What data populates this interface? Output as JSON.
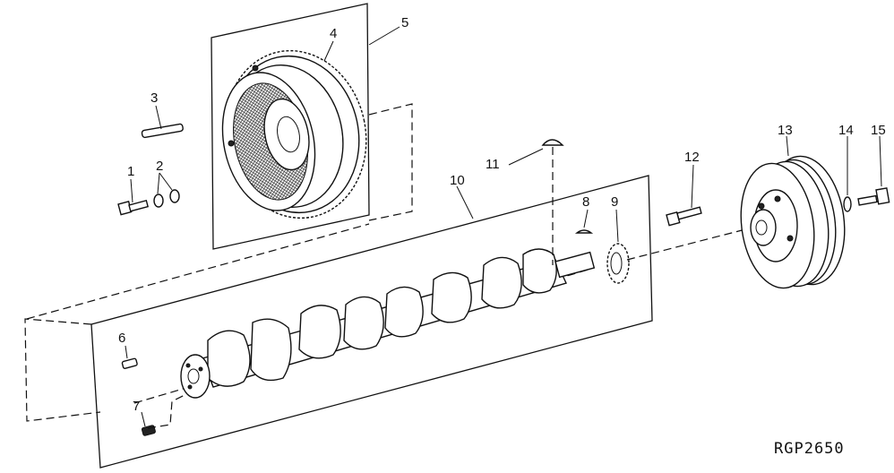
{
  "diagram": {
    "reference_code": "RGP2650",
    "callouts": [
      {
        "id": "1",
        "label": "1"
      },
      {
        "id": "2",
        "label": "2"
      },
      {
        "id": "3",
        "label": "3"
      },
      {
        "id": "4",
        "label": "4"
      },
      {
        "id": "5",
        "label": "5"
      },
      {
        "id": "6",
        "label": "6"
      },
      {
        "id": "7",
        "label": "7"
      },
      {
        "id": "8",
        "label": "8"
      },
      {
        "id": "9",
        "label": "9"
      },
      {
        "id": "10",
        "label": "10"
      },
      {
        "id": "11",
        "label": "11"
      },
      {
        "id": "12",
        "label": "12"
      },
      {
        "id": "13",
        "label": "13"
      },
      {
        "id": "14",
        "label": "14"
      },
      {
        "id": "15",
        "label": "15"
      }
    ]
  }
}
